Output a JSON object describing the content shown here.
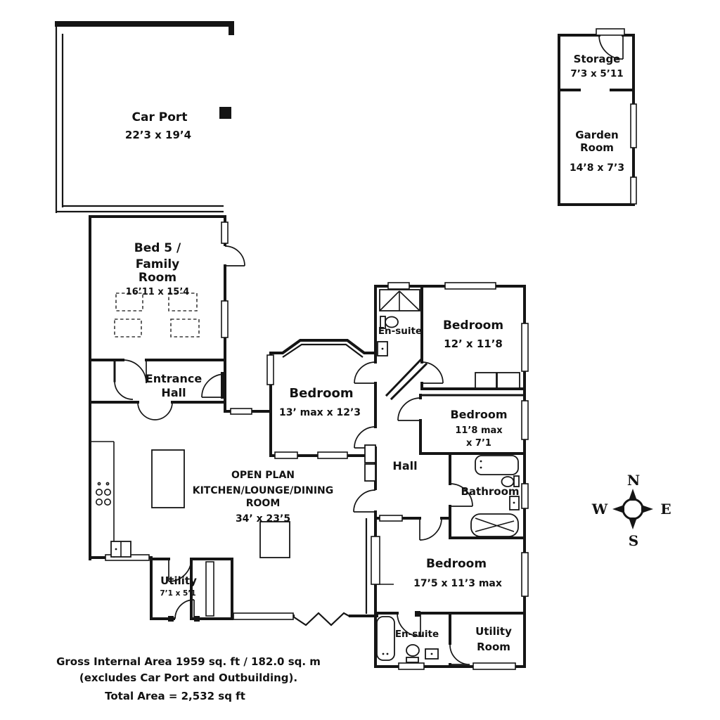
{
  "title": "Floor plan",
  "rooms": {
    "carport": {
      "name": "Car Port",
      "dims": "22’3 x 19’4"
    },
    "storage": {
      "name": "Storage",
      "dims": "7’3 x 5’11"
    },
    "garden_room": {
      "name_line1": "Garden",
      "name_line2": "Room",
      "dims": "14’8 x 7’3"
    },
    "bed5": {
      "name_line1": "Bed 5 /",
      "name_line2": "Family",
      "name_line3": "Room",
      "dims": "16’11 x 15’4"
    },
    "entrance_hall": {
      "name_line1": "Entrance",
      "name_line2": "Hall"
    },
    "bedroom_bay": {
      "name": "Bedroom",
      "dims": "13’ max x 12’3"
    },
    "ensuite_top": {
      "name": "En-suite"
    },
    "bedroom_front": {
      "name": "Bedroom",
      "dims": "12’ x 11’8"
    },
    "bedroom_mid": {
      "name": "Bedroom",
      "dims_line1": "11’8 max",
      "dims_line2": "x 7’1"
    },
    "hall": {
      "name": "Hall"
    },
    "bathroom": {
      "name": "Bathroom"
    },
    "open_plan": {
      "name_line1": "OPEN PLAN",
      "name_line2": "KITCHEN/LOUNGE/DINING",
      "name_line3": "ROOM",
      "dims": "34’ x 23’5"
    },
    "utility": {
      "name": "Utility",
      "dims": "7’1 x 5’1"
    },
    "bedroom_rear": {
      "name": "Bedroom",
      "dims": "17’5 x 11’3 max"
    },
    "ensuite_bottom": {
      "name": "En-suite"
    },
    "utility_room": {
      "name_line1": "Utility",
      "name_line2": "Room"
    }
  },
  "compass": {
    "north": "N",
    "east": "E",
    "south": "S",
    "west": "W"
  },
  "footer": {
    "line1": "Gross Internal Area 1959 sq. ft / 182.0 sq. m",
    "line2": "(excludes Car Port and Outbuilding).",
    "line3": "Total Area = 2,532 sq ft"
  },
  "colors": {
    "wall": "#151515",
    "background": "#ffffff"
  }
}
